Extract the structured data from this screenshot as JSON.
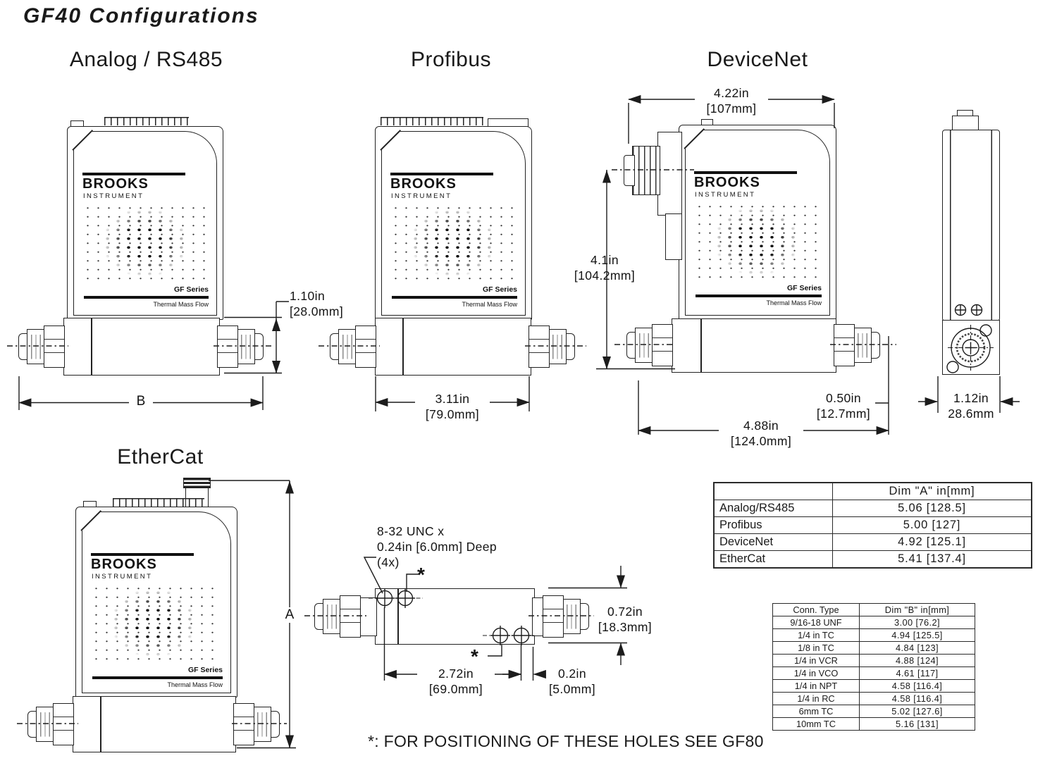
{
  "title": "GF40 Configurations",
  "headings": {
    "analog": "Analog / RS485",
    "profibus": "Profibus",
    "devicenet": "DeviceNet",
    "ethercat": "EtherCat"
  },
  "device_label": {
    "brand": "BROOKS",
    "sub": "INSTRUMENT",
    "series": "GF Series",
    "product": "Thermal Mass Flow"
  },
  "dims": {
    "a": "A",
    "b": "B",
    "h110_1": "1.10in",
    "h110_2": "[28.0mm]",
    "w311_1": "3.11in",
    "w311_2": "[79.0mm]",
    "w422_1": "4.22in",
    "w422_2": "[107mm]",
    "h41_1": "4.1in",
    "h41_2": "[104.2mm]",
    "w050_1": "0.50in",
    "w050_2": "[12.7mm]",
    "w488_1": "4.88in",
    "w488_2": "[124.0mm]",
    "w112_1": "1.12in",
    "w112_2": "28.6mm",
    "note_1": "8-32 UNC x",
    "note_2": "0.24in [6.0mm] Deep",
    "note_3": "(4x)",
    "w272_1": "2.72in",
    "w272_2": "[69.0mm]",
    "w02_1": "0.2in",
    "w02_2": "[5.0mm]",
    "h072_1": "0.72in",
    "h072_2": "[18.3mm]",
    "star": "*"
  },
  "tables": {
    "dimA": {
      "header": "Dim \"A\" in[mm]",
      "rows": [
        {
          "label": "Analog/RS485",
          "value": "5.06 [128.5]"
        },
        {
          "label": "Profibus",
          "value": "5.00 [127]"
        },
        {
          "label": "DeviceNet",
          "value": "4.92 [125.1]"
        },
        {
          "label": "EtherCat",
          "value": "5.41 [137.4]"
        }
      ]
    },
    "dimB": {
      "header_type": "Conn. Type",
      "header_dim": "Dim \"B\" in[mm]",
      "rows": [
        {
          "type": "9/16-18 UNF",
          "value": "3.00 [76.2]"
        },
        {
          "type": "1/4 in TC",
          "value": "4.94 [125.5]"
        },
        {
          "type": "1/8 in TC",
          "value": "4.84 [123]"
        },
        {
          "type": "1/4 in VCR",
          "value": "4.88 [124]"
        },
        {
          "type": "1/4 in VCO",
          "value": "4.61 [117]"
        },
        {
          "type": "1/4 in NPT",
          "value": "4.58 [116.4]"
        },
        {
          "type": "1/4 in RC",
          "value": "4.58 [116.4]"
        },
        {
          "type": "6mm TC",
          "value": "5.02 [127.6]"
        },
        {
          "type": "10mm TC",
          "value": "5.16 [131]"
        }
      ]
    }
  },
  "footnote": "*: FOR POSITIONING OF THESE HOLES SEE GF80"
}
